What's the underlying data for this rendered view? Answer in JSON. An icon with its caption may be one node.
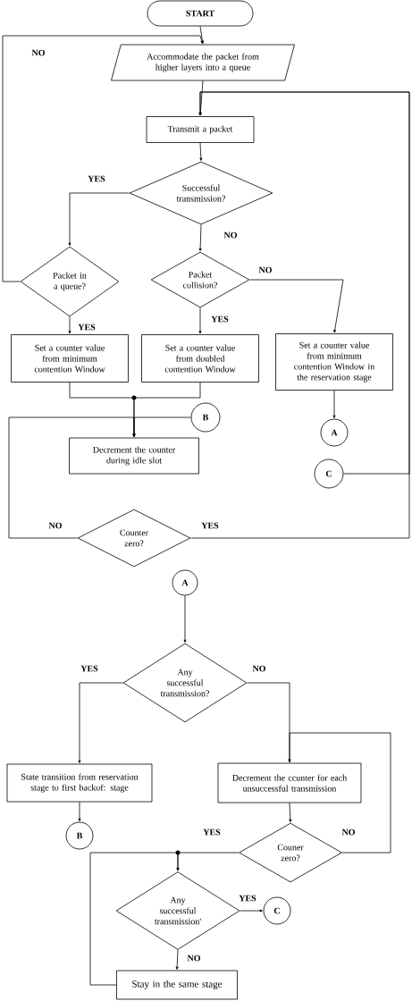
{
  "diagram": {
    "nodes": [
      {
        "text": [
          "START"
        ]
      },
      {
        "text": [
          "Accommodate the packet from higher layers into a queue"
        ]
      },
      {
        "text": [
          "Transmit a packet"
        ]
      },
      {
        "text": [
          "Successful transmission?"
        ]
      },
      {
        "text": [
          "Packet in a queue?"
        ]
      },
      {
        "text": [
          "Packet collision?"
        ]
      },
      {
        "text": [
          "Set a counter value from minimum contention Window"
        ]
      },
      {
        "text": [
          "Set a counter value from doubled contention Window"
        ]
      },
      {
        "text": [
          "Set a counter value from minimum contention Window in the reservation stage"
        ]
      },
      {
        "text": [
          "B"
        ]
      },
      {
        "text": [
          "Decrement the counter during idle slot"
        ]
      },
      {
        "text": [
          "Counter zero?"
        ]
      },
      {
        "text": [
          "A"
        ]
      },
      {
        "text": [
          "C"
        ]
      },
      {
        "text": [
          "A"
        ]
      },
      {
        "text": [
          "Any successful transmission?"
        ]
      },
      {
        "text": [
          "State transition from reservation stage to first backof: stage"
        ]
      },
      {
        "text": [
          "Decrement the ccunter for each unsuccessful transmission"
        ]
      },
      {
        "text": [
          "B"
        ]
      },
      {
        "text": [
          "Couner zero?"
        ]
      },
      {
        "text": [
          "Any successful transmission'"
        ]
      },
      {
        "text": [
          "C"
        ]
      },
      {
        "text": [
          "Stay in the same stage"
        ]
      }
    ],
    "edges": [
      {
        "from": 0,
        "to": 1,
        "arrow": "to"
      },
      {
        "from": 1,
        "to": 2,
        "arrow": "to"
      },
      {
        "from": 2,
        "to": 3,
        "arrow": "to"
      },
      {
        "from": 3,
        "to": 4,
        "arrow": "to",
        "label": "YES"
      },
      {
        "from": 3,
        "to": 5,
        "arrow": "to",
        "label": "NO"
      },
      {
        "from": 4,
        "to": 1,
        "arrow": "to",
        "label": "NO"
      },
      {
        "from": 4,
        "to": 6,
        "arrow": "to",
        "label": "YES"
      },
      {
        "from": 5,
        "to": 7,
        "arrow": "to",
        "label": "YES"
      },
      {
        "from": 5,
        "to": 8,
        "arrow": "to",
        "label": "NO"
      },
      {
        "from": 6,
        "to": 10,
        "arrow": "to"
      },
      {
        "from": 7,
        "to": 10,
        "arrow": "to"
      },
      {
        "from": 9,
        "to": 10,
        "arrow": "to"
      },
      {
        "from": 11,
        "to": 10,
        "arrow": "to",
        "label": "NO"
      },
      {
        "from": 11,
        "to": 2,
        "arrow": "to",
        "label": "YES"
      },
      {
        "from": 8,
        "to": 12,
        "arrow": "to"
      },
      {
        "from": 13,
        "to": 2,
        "arrow": "to"
      },
      {
        "from": 14,
        "to": 15,
        "arrow": "to"
      },
      {
        "from": 15,
        "to": 16,
        "arrow": "to",
        "label": "YES"
      },
      {
        "from": 15,
        "to": 17,
        "arrow": "to",
        "label": "NO"
      },
      {
        "from": 16,
        "to": 18,
        "arrow": "to"
      },
      {
        "from": 17,
        "to": 19,
        "arrow": "to"
      },
      {
        "from": 19,
        "to": 17,
        "arrow": "to",
        "label": "NO"
      },
      {
        "from": 19,
        "to": 20,
        "arrow": "to",
        "label": "YES"
      },
      {
        "from": 20,
        "to": 21,
        "arrow": "to",
        "label": "YES"
      },
      {
        "from": 20,
        "to": 22,
        "arrow": "to",
        "label": "NO"
      },
      {
        "from": 22,
        "to": 20,
        "arrow": "to"
      }
    ]
  }
}
